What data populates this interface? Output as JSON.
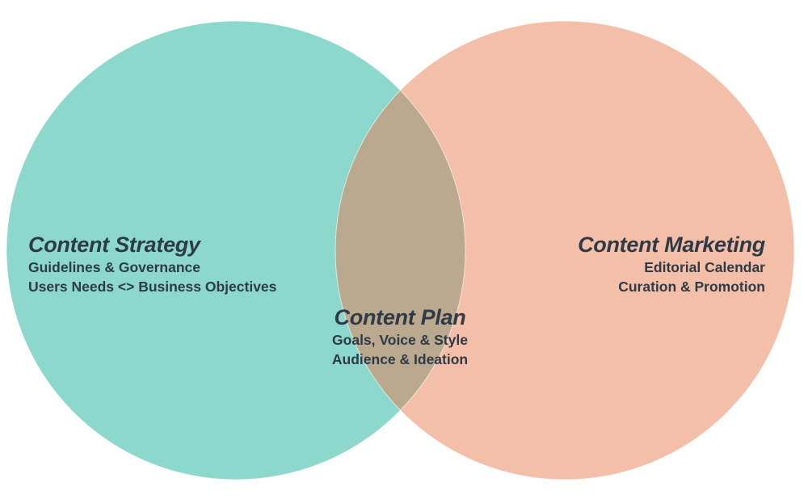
{
  "colors": {
    "left_circle": "#8dd8cc",
    "right_circle": "#f4bfa8",
    "overlap": "#baa98e",
    "text": "#2e3a45"
  },
  "left": {
    "title": "Content Strategy",
    "lines": [
      "Guidelines & Governance",
      "Users Needs <> Business Objectives"
    ]
  },
  "right": {
    "title": "Content Marketing",
    "lines": [
      "Editorial Calendar",
      "Curation & Promotion"
    ]
  },
  "center": {
    "title": "Content Plan",
    "lines": [
      "Goals, Voice & Style",
      "Audience & Ideation"
    ]
  }
}
